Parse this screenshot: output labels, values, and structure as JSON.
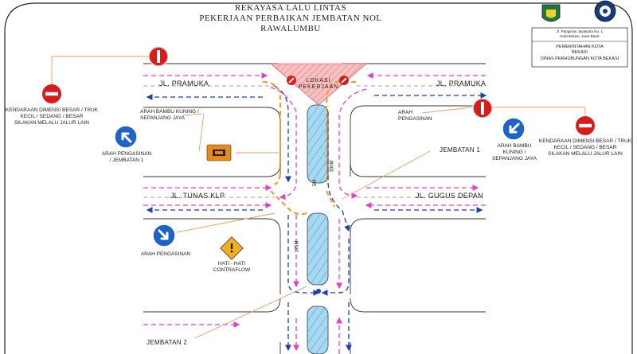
{
  "title": {
    "line1": "REKAYASA LALU LINTAS",
    "line2": "PEKERJAAN PERBAIKAN JEMBATAN NOL",
    "line3": "RAWALUMBU"
  },
  "agency": {
    "address_line1": "Jl. Pangeran Jayakarta No. 1",
    "address_line2": "Kota Bekasi, Jawa Barat",
    "gov_line1": "PEMERINTAHAN KOTA",
    "gov_line2": "BEKASI",
    "dept": "DINAS PERHUBUNGAN KOTA BEKASI"
  },
  "roads": {
    "pramuka_left": "JL. PRAMUKA",
    "pramuka_right": "JL. PRAMUKA",
    "tunas": "JL. TUNAS KLP",
    "gugus": "JL. GUGUS DEPAN"
  },
  "work_zone": {
    "line1": "LOKASI",
    "line2": "PEKERJAAN"
  },
  "labels": {
    "no_entry_left_1": "KENDARAAN DIMENSI BESAR / TRUK",
    "no_entry_left_2": "KECIL / SEDANG / BESAR",
    "no_entry_left_3": "SILAKAN MELALU JALUR LAIN",
    "no_entry_right_1": "KENDARAAN DIMENSI BESAR / TRUK",
    "no_entry_right_2": "KECIL / SEDANG / BESAR",
    "no_entry_right_3": "SILAKAN MELALU JALUR LAIN",
    "arah_bambu_left": "ARAH BAMBU KUNING /",
    "arah_bambu_left_2": "SEPANJANG JAYA",
    "arah_pengasinan_top": "ARAH PENGASINAN",
    "arah_pengasinan_j1_1": "ARAH PENGASINAN",
    "arah_pengasinan_j1_2": "/ JEMBATAN 1",
    "arah_bambu_right_1": "ARAH BAMBU",
    "arah_bambu_right_2": "KUNING /",
    "arah_bambu_right_3": "SEPANJANG JAYA",
    "arah_pengasinan_bottom": "ARAH PENGASINAN",
    "hati_1": "HATI - HATI",
    "hati_2": "CONTRAFLOW",
    "jembatan1": "JEMBATAN 1",
    "jembatan2": "JEMBATAN 2",
    "dist_5m": "5M",
    "dist_300m": "300M",
    "dist_175m": "175M"
  },
  "colors": {
    "pink_arrows": "#e040c8",
    "blue_arrows": "#1a3fb0",
    "detour": "#e8a030",
    "pointer": "#e8a060",
    "no_entry": "#d81c1c",
    "zone": "#f4a0a0",
    "water": "#a8d8f0"
  }
}
